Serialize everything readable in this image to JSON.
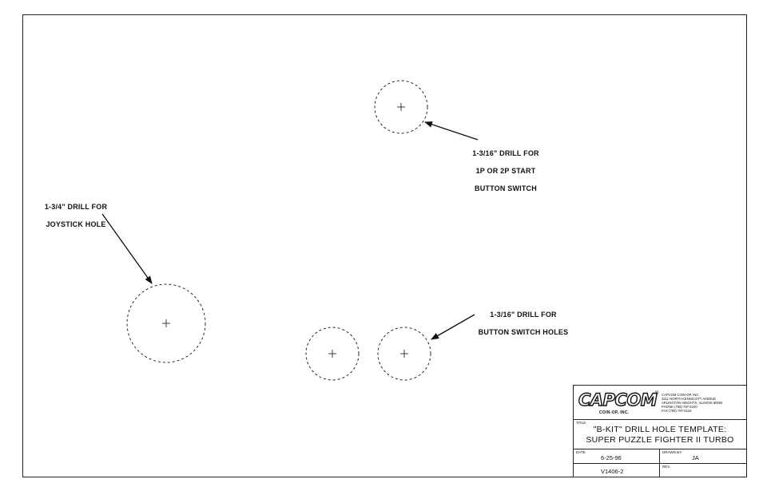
{
  "annotations": {
    "start_button": {
      "lines": [
        "1-3/16\" DRILL FOR",
        "1P OR 2P START",
        "BUTTON SWITCH"
      ]
    },
    "joystick": {
      "lines": [
        "1-3/4\" DRILL FOR",
        "JOYSTICK HOLE"
      ]
    },
    "button_holes": {
      "lines": [
        "1-3/16\" DRILL FOR",
        "BUTTON SWITCH HOLES"
      ]
    }
  },
  "title_block": {
    "logo_text": "CAPCOM",
    "logo_registered": "®",
    "logo_subtitle": "COIN-OP, INC.",
    "company_address": "CAPCOM COIN-OP, INC.\n3211 NORTH KENNICOTT AVENUE\nARLINGTON HEIGHTS, ILLINOIS 60004\nPHONE (708) 797-6100\nFAX (708) 797-6116",
    "title_label": "TITLE",
    "title_line1": "\"B-KIT\" DRILL HOLE TEMPLATE:",
    "title_line2": "SUPER PUZZLE FIGHTER II TURBO",
    "date_label": "DATE",
    "date_value": "6-25-96",
    "drawn_by_label": "DRAWN BY:",
    "drawn_by_value": "JA",
    "part_number": "V1406-2",
    "rev_label": "REV."
  },
  "colors": {
    "line": "#111111",
    "paper": "#ffffff"
  }
}
